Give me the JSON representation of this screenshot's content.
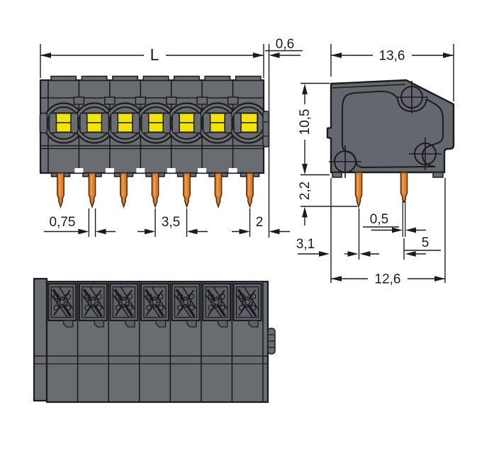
{
  "drawing": {
    "pole_count": 7,
    "front_pin_count": 7,
    "side_pin_count": 2,
    "dims": {
      "total_length": "L",
      "end_tab": "0,6",
      "housing_depth": "13,6",
      "housing_height": "10,5",
      "pin_length": "2,2",
      "pin_width": "0,75",
      "pin_pitch": "3,5",
      "last_pin_to_end": "2",
      "edge_to_pin_row": "3,1",
      "solder_pin_dia": "0,5",
      "pin_row_spacing": "5",
      "base_depth": "12,6"
    }
  },
  "colors": {
    "bg": "#ffffff",
    "line": "#1b1c1e",
    "body": "#696d72",
    "side": "#64686e",
    "dark": "#5e6268",
    "button": "#f2e30b",
    "pin": "#e0802e",
    "pin_edge": "#51300a",
    "pin_light": "#f2a759"
  }
}
